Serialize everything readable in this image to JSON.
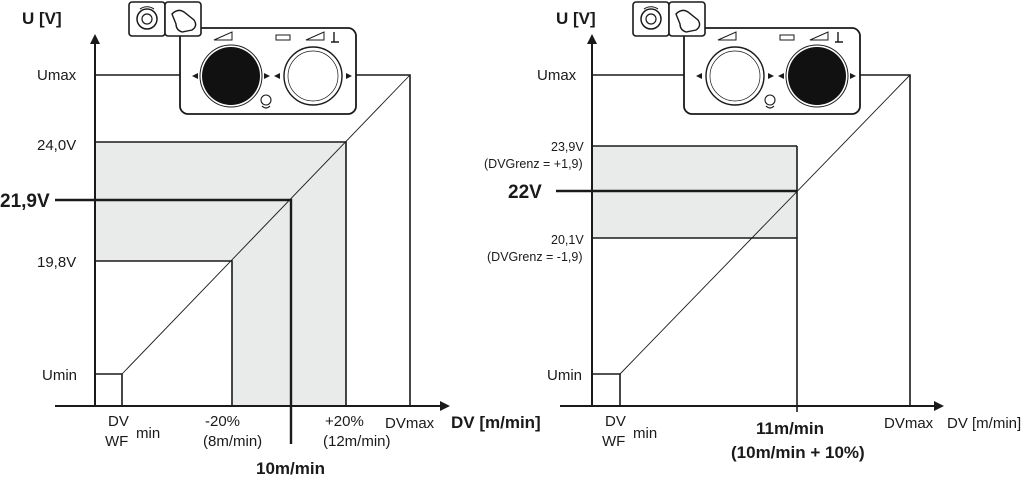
{
  "left": {
    "y_axis_label": "U [V]",
    "x_axis_label": "DV [m/min]",
    "umax": "Umax",
    "umin": "Umin",
    "v_high": "24,0V",
    "v_set": "21,9V",
    "v_low": "19,8V",
    "dv_min_1": "DV",
    "dv_min_2": "WF",
    "dv_min_sub": "min",
    "minus20": "-20%",
    "minus20_sub": "(8m/min)",
    "plus20": "+20%",
    "plus20_sub": "(12m/min)",
    "dvmax": "DVmax",
    "set_speed": "10m/min"
  },
  "right": {
    "y_axis_label": "U [V]",
    "x_axis_label": "DV [m/min]",
    "umax": "Umax",
    "umin": "Umin",
    "v_high": "23,9V",
    "v_high_sub": "(DVGrenz = +1,9)",
    "v_set": "22V",
    "v_low": "20,1V",
    "v_low_sub": "(DVGrenz = -1,9)",
    "dv_min_1": "DV",
    "dv_min_2": "WF",
    "dv_min_sub": "min",
    "dvmax": "DVmax",
    "set_speed": "11m/min",
    "set_speed_sub": "(10m/min + 10%)"
  },
  "colors": {
    "band": "#e9eaea",
    "ink": "#1a1a1a"
  },
  "icons": {
    "mode_icon": "rotary-knob-with-hand-icon",
    "left_active_knob": "left-knob-black",
    "right_active_knob": "right-knob-black"
  }
}
